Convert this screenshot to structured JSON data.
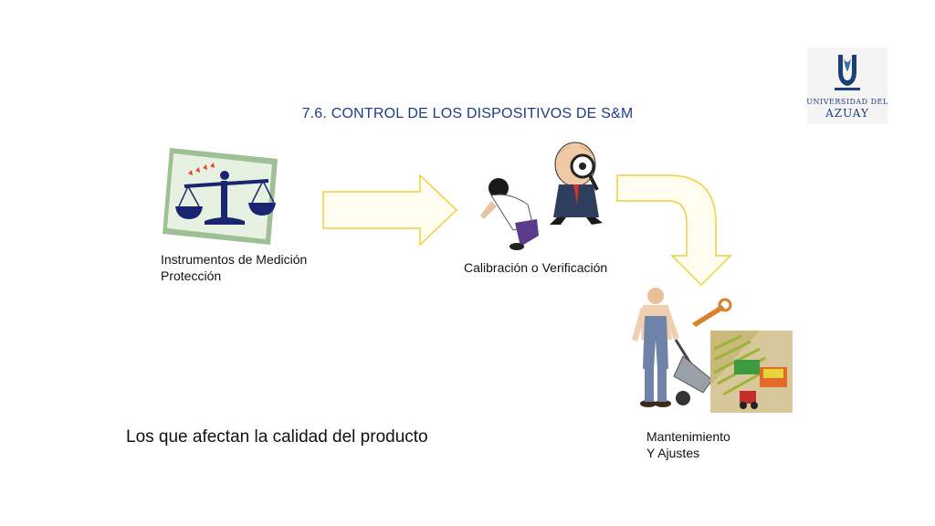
{
  "title": "7.6. CONTROL DE LOS DISPOSITIVOS DE S&M",
  "logo": {
    "line1": "UNIVERSIDAD DEL",
    "line2": "AZUAY",
    "icon": "university-crest-icon"
  },
  "nodes": [
    {
      "id": "instruments",
      "line1": "Instrumentos de Medición",
      "line2": "Protección",
      "icon": "scales-icon"
    },
    {
      "id": "calibration",
      "line1": "Calibración o Verificación",
      "icon": "inspectors-icon"
    },
    {
      "id": "maintenance",
      "line1": "Mantenimiento",
      "line2": "Y Ajustes",
      "icon": "worker-wheelbarrow-icon"
    }
  ],
  "footer_text": "Los que afectan la calidad del producto",
  "colors": {
    "title": "#1f3c8c",
    "arrow_stroke": "#f0cf3a",
    "arrow_fill": "#fffdf0",
    "logo": "#1b3f7a"
  }
}
